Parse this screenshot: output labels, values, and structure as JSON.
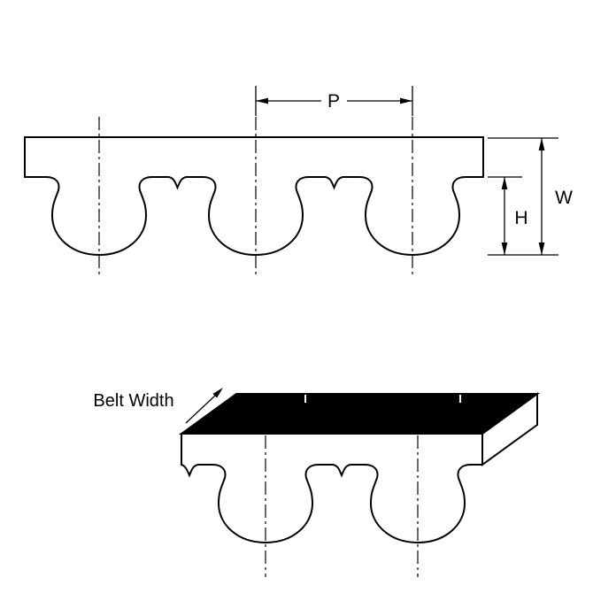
{
  "diagram": {
    "type": "timing-belt-tooth-profile",
    "labels": {
      "pitch": "P",
      "overall_width": "W",
      "tooth_height": "H",
      "belt_width": "Belt Width"
    },
    "colors": {
      "outline": "#000000",
      "belt_fill": "#ffffff",
      "top_face_fill": "#000000",
      "background": "#ffffff"
    }
  }
}
